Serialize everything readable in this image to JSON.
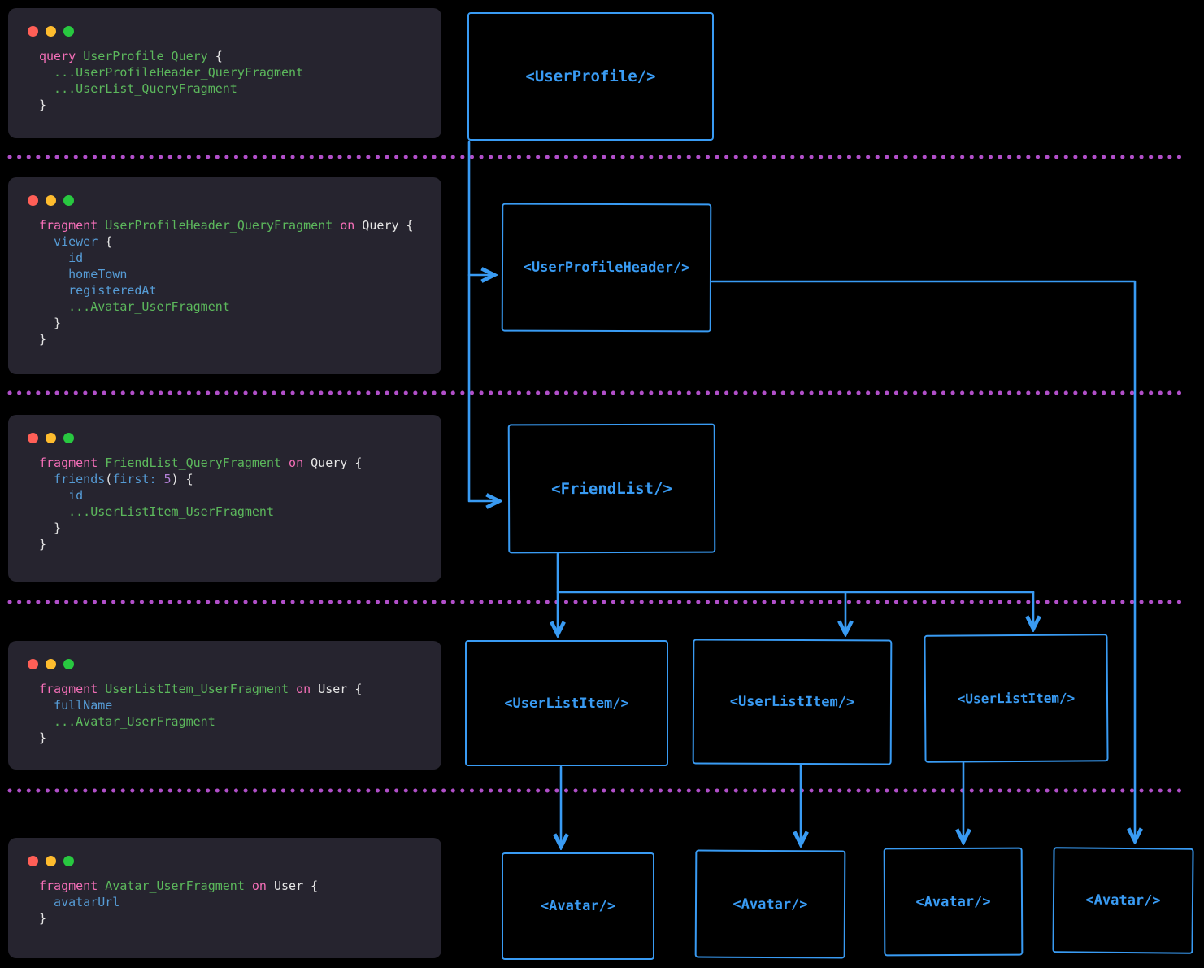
{
  "colors": {
    "background": "#000000",
    "panel_bg": "#26242f",
    "accent_blue": "#399bf3",
    "separator_purple": "#b14fc9",
    "traffic_red": "#ff5f57",
    "traffic_yellow": "#febc2e",
    "traffic_green": "#28c840",
    "syntax": {
      "keyword": "#f56fb8",
      "fragment_name": "#5cb85c",
      "field": "#569cd6",
      "punctuation": "#e6e6e6",
      "number": "#b27fd6"
    }
  },
  "icons": {
    "window_controls": [
      "close-icon",
      "minimize-icon",
      "zoom-icon"
    ],
    "arrow": "arrowhead-icon"
  },
  "code_panels": [
    {
      "name": "query-panel",
      "lines": [
        [
          {
            "text": "query ",
            "type": "kw"
          },
          {
            "text": "UserProfile_Query",
            "type": "name"
          },
          {
            "text": " {",
            "type": "punct"
          }
        ],
        [
          {
            "text": "  ...UserProfileHeader_QueryFragment",
            "type": "name"
          }
        ],
        [
          {
            "text": "  ...UserList_QueryFragment",
            "type": "name"
          }
        ],
        [
          {
            "text": "}",
            "type": "punct"
          }
        ]
      ]
    },
    {
      "name": "user-profile-header-fragment-panel",
      "lines": [
        [
          {
            "text": "fragment ",
            "type": "kw"
          },
          {
            "text": "UserProfileHeader_QueryFragment",
            "type": "name"
          },
          {
            "text": " on ",
            "type": "kw"
          },
          {
            "text": "Query",
            "type": "type"
          },
          {
            "text": " {",
            "type": "punct"
          }
        ],
        [
          {
            "text": "  viewer",
            "type": "field"
          },
          {
            "text": " {",
            "type": "punct"
          }
        ],
        [
          {
            "text": "    id",
            "type": "field"
          }
        ],
        [
          {
            "text": "    homeTown",
            "type": "field"
          }
        ],
        [
          {
            "text": "    registeredAt",
            "type": "field"
          }
        ],
        [
          {
            "text": "    ...Avatar_UserFragment",
            "type": "name"
          }
        ],
        [
          {
            "text": "  }",
            "type": "punct"
          }
        ],
        [
          {
            "text": "}",
            "type": "punct"
          }
        ]
      ]
    },
    {
      "name": "friend-list-fragment-panel",
      "lines": [
        [
          {
            "text": "fragment ",
            "type": "kw"
          },
          {
            "text": "FriendList_QueryFragment",
            "type": "name"
          },
          {
            "text": " on ",
            "type": "kw"
          },
          {
            "text": "Query",
            "type": "type"
          },
          {
            "text": " {",
            "type": "punct"
          }
        ],
        [
          {
            "text": "  friends",
            "type": "field"
          },
          {
            "text": "(",
            "type": "punct"
          },
          {
            "text": "first:",
            "type": "field"
          },
          {
            "text": " ",
            "type": "punct"
          },
          {
            "text": "5",
            "type": "num"
          },
          {
            "text": ")",
            "type": "punct"
          },
          {
            "text": " {",
            "type": "punct"
          }
        ],
        [
          {
            "text": "    id",
            "type": "field"
          }
        ],
        [
          {
            "text": "    ...UserListItem_UserFragment",
            "type": "name"
          }
        ],
        [
          {
            "text": "  }",
            "type": "punct"
          }
        ],
        [
          {
            "text": "}",
            "type": "punct"
          }
        ]
      ]
    },
    {
      "name": "user-list-item-fragment-panel",
      "lines": [
        [
          {
            "text": "fragment ",
            "type": "kw"
          },
          {
            "text": "UserListItem_UserFragment",
            "type": "name"
          },
          {
            "text": " on ",
            "type": "kw"
          },
          {
            "text": "User",
            "type": "type"
          },
          {
            "text": " {",
            "type": "punct"
          }
        ],
        [
          {
            "text": "  fullName",
            "type": "field"
          }
        ],
        [
          {
            "text": "  ...Avatar_UserFragment",
            "type": "name"
          }
        ],
        [
          {
            "text": "}",
            "type": "punct"
          }
        ]
      ]
    },
    {
      "name": "avatar-fragment-panel",
      "lines": [
        [
          {
            "text": "fragment ",
            "type": "kw"
          },
          {
            "text": "Avatar_UserFragment",
            "type": "name"
          },
          {
            "text": " on ",
            "type": "kw"
          },
          {
            "text": "User",
            "type": "type"
          },
          {
            "text": " {",
            "type": "punct"
          }
        ],
        [
          {
            "text": "  avatarUrl",
            "type": "field"
          }
        ],
        [
          {
            "text": "}",
            "type": "punct"
          }
        ]
      ]
    }
  ],
  "components": {
    "user_profile": {
      "label": "<UserProfile/>"
    },
    "user_profile_header": {
      "label": "<UserProfileHeader/>"
    },
    "friend_list": {
      "label": "<FriendList/>"
    },
    "user_list_item": {
      "label": "<UserListItem/>"
    },
    "avatar": {
      "label": "<Avatar/>"
    }
  }
}
